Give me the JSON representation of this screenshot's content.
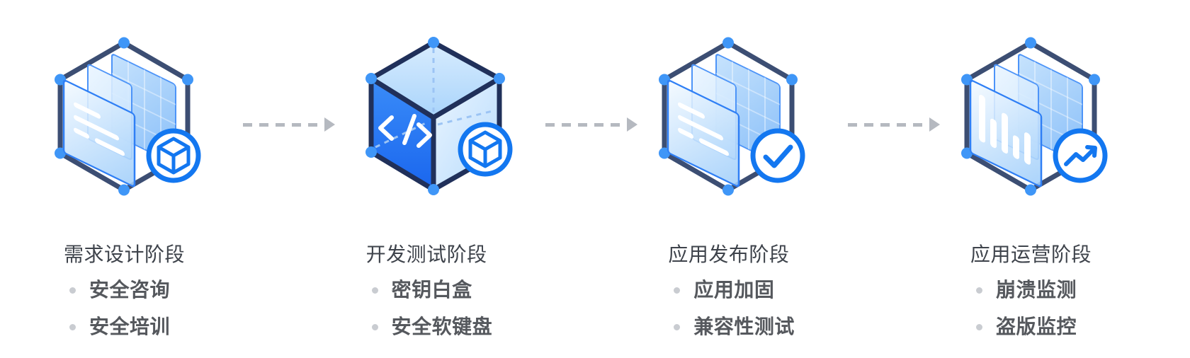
{
  "page": {
    "background": "#ffffff",
    "type": "process-flow-diagram"
  },
  "flow": {
    "connector": {
      "style": "dashed-arrow",
      "direction": "right",
      "color": "#B5B9C0"
    },
    "stages": [
      {
        "title": "需求设计阶段",
        "icon": "layered-docs-hexagon-icon",
        "badge": "cube-badge",
        "services": [
          "安全咨询",
          "安全培训"
        ]
      },
      {
        "title": "开发测试阶段",
        "icon": "code-cube-icon",
        "badge": "cube-badge",
        "services": [
          "密钥白盒",
          "安全软键盘"
        ]
      },
      {
        "title": "应用发布阶段",
        "icon": "layered-docs-hexagon-icon",
        "badge": "check-badge",
        "services": [
          "应用加固",
          "兼容性测试"
        ]
      },
      {
        "title": "应用运营阶段",
        "icon": "layered-chart-hexagon-icon",
        "badge": "trend-arrow-badge",
        "services": [
          "崩溃监测",
          "盗版监控"
        ]
      }
    ]
  },
  "colors": {
    "hexagon_outline": "#3C4E73",
    "cube_outline": "#20305A",
    "vertex_dot": "#3F96F7",
    "badge_blue": "#1377F0",
    "panel_light_blue": "#9ECDFA",
    "code_face_blue": "#2A7DF5",
    "title_text": "#3E434B",
    "item_text": "#55585D",
    "bullet_dot": "#C9CCD1",
    "arrow_gray": "#B5B9C0"
  }
}
